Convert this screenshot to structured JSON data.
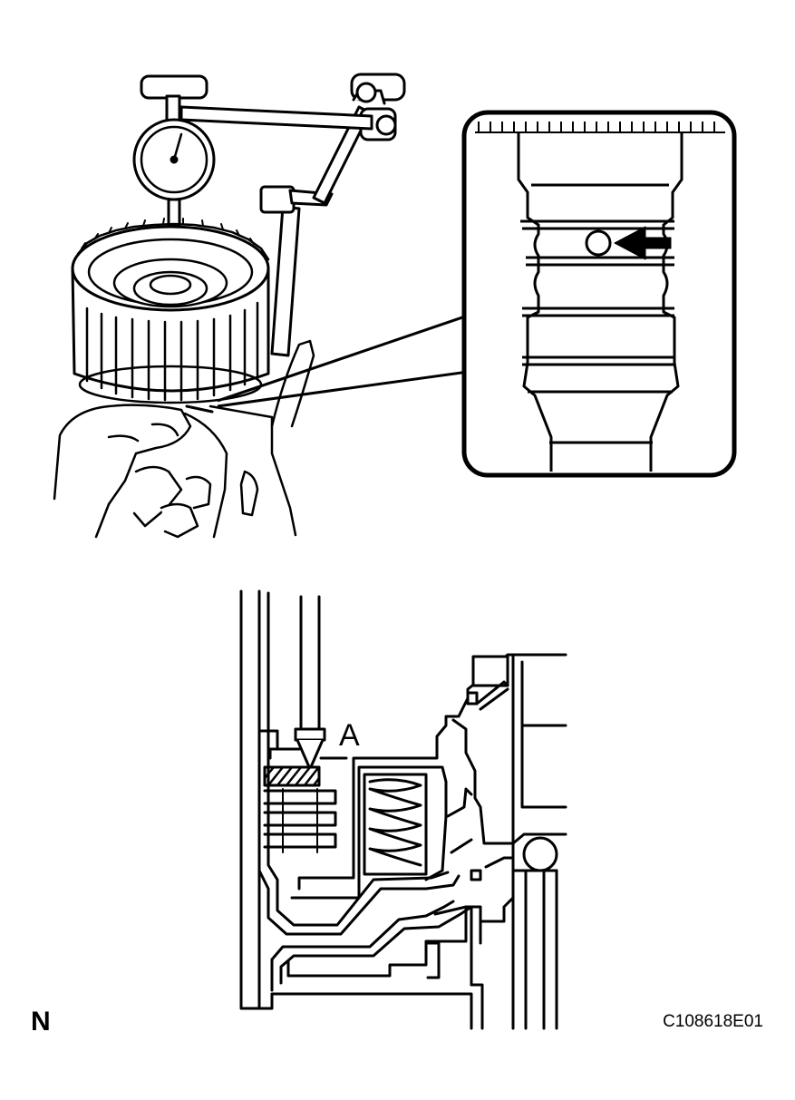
{
  "labels": {
    "callout": "A",
    "corner_mark": "N",
    "figure_code": "C108618E01"
  },
  "colors": {
    "ink": "#000000",
    "paper": "#ffffff"
  },
  "icons": {
    "top_illustration": "dial-indicator-measurement",
    "detail_view": "zoom-detail-icon",
    "pointer": "arrow-left-icon",
    "bottom_illustration": "clutch-section-drawing"
  }
}
